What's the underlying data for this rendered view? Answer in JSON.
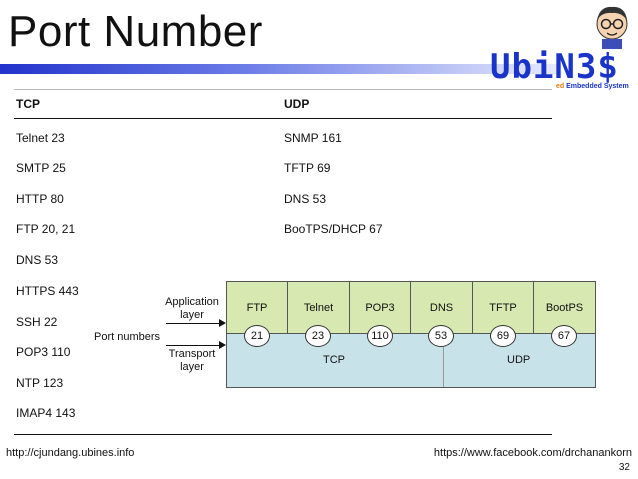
{
  "slide": {
    "title": "Port Number",
    "logo_text": "UbiN3$",
    "logo_tag_accent": "ed",
    "logo_tag_rest": " Embedded System",
    "page_number": "32"
  },
  "table": {
    "headers": [
      "TCP",
      "UDP"
    ],
    "tcp": [
      "Telnet 23",
      "SMTP 25",
      "HTTP 80",
      "FTP 20, 21",
      "DNS 53",
      "HTTPS 443",
      "SSH 22",
      "POP3 110",
      "NTP 123",
      "IMAP4 143"
    ],
    "udp": [
      "SNMP 161",
      "TFTP 69",
      "DNS 53",
      "BooTPS/DHCP 67"
    ]
  },
  "diagram": {
    "application_label": "Application\nlayer",
    "port_numbers_label": "Port numbers",
    "transport_label": "Transport\nlayer",
    "protocols": [
      {
        "name": "FTP",
        "port": "21"
      },
      {
        "name": "Telnet",
        "port": "23"
      },
      {
        "name": "POP3",
        "port": "110"
      },
      {
        "name": "DNS",
        "port": "53"
      },
      {
        "name": "TFTP",
        "port": "69"
      },
      {
        "name": "BootPS",
        "port": "67"
      }
    ],
    "transport": [
      "TCP",
      "UDP"
    ]
  },
  "footer": {
    "left": "http://cjundang.ubines.info",
    "right": "https://www.facebook.com/drchanankorn"
  },
  "colors": {
    "title_bar_start": "#2233cc",
    "logo": "#1a33c8",
    "application_fill": "#d7e9b0",
    "transport_fill": "#c8e2ea"
  }
}
